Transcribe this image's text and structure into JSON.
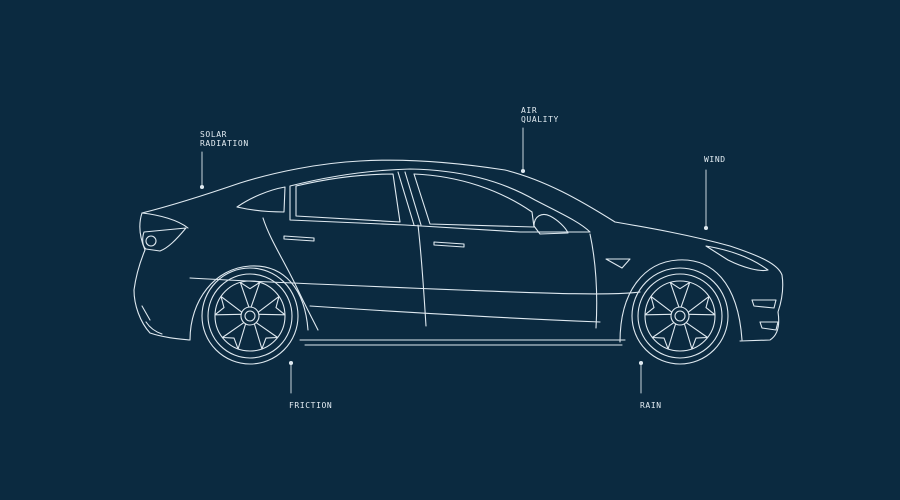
{
  "labels": {
    "solar": {
      "line1": "SOLAR",
      "line2": "RADIATION"
    },
    "air": {
      "line1": "AIR",
      "line2": "QUALITY"
    },
    "wind": "WIND",
    "friction": "FRICTION",
    "rain": "RAIN"
  },
  "colors": {
    "background": "#0b2a40",
    "line": "#dfe9f0"
  }
}
